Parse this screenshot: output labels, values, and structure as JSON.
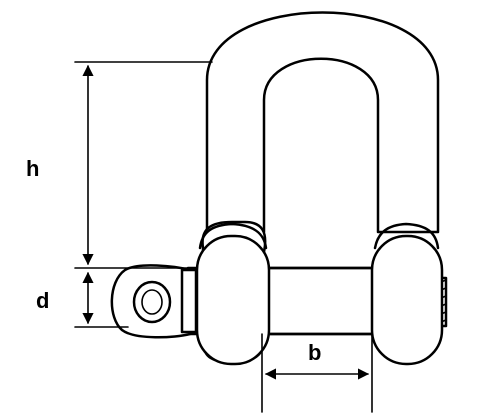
{
  "dimensions": {
    "h": {
      "label": "h"
    },
    "d": {
      "label": "d"
    },
    "b": {
      "label": "b"
    }
  },
  "colors": {
    "line": "#000000",
    "background": "#ffffff"
  }
}
